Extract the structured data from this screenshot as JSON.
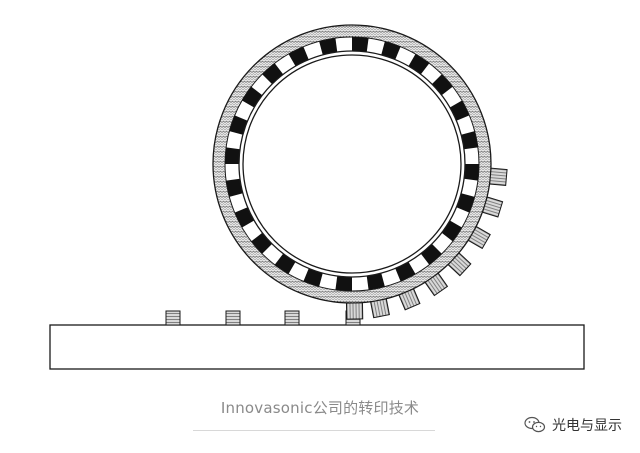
{
  "caption": "Innovasonic公司的转印技术",
  "watermark": {
    "text": "光电与显示",
    "icon": "wechat-bubble-icon"
  },
  "colors": {
    "line": "#1a1a1a",
    "fill": "#ffffff",
    "hatch_bg": "#e6e6e6",
    "chip_fill": "#d9d9d9",
    "caption": "#8a8a8a",
    "rule": "#d8d8d8"
  },
  "diagram": {
    "substrate_chip_count": 4,
    "roller_segment_count": 48,
    "lifted_chip_count": 8
  }
}
